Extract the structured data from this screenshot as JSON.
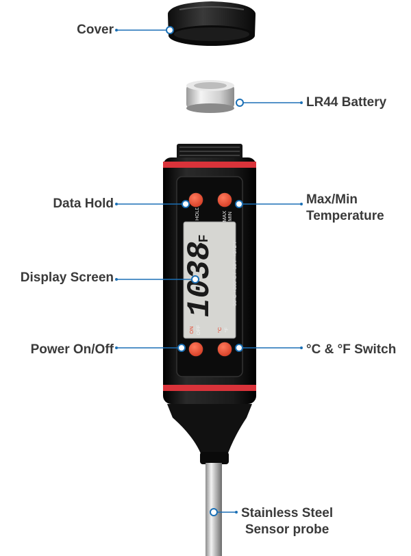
{
  "labels": {
    "cover": "Cover",
    "battery": "LR44 Battery",
    "data_hold": "Data Hold",
    "max_min_line1": "Max/Min",
    "max_min_line2": "Temperature",
    "display_screen": "Display Screen",
    "power": "Power On/Off",
    "unit_switch": "°C & °F Switch",
    "probe_line1": "Stainless Steel",
    "probe_line2": "Sensor probe"
  },
  "device_text": {
    "hold": "HOLD",
    "max": "MAX",
    "min": "MIN",
    "on": "ON",
    "off": "OFF",
    "celsius": "°C",
    "fahrenheit": "°F",
    "range": "-50°C-+300°C / -58°F-+572°F",
    "reading": "1038",
    "reading_unit": "°F"
  },
  "colors": {
    "accent": "#1a6fb5",
    "label_text": "#3a3a3a",
    "device_body": "#111111",
    "button_red": "#e8452c",
    "band_red": "#d9333a",
    "lcd": "#d6d6d2"
  }
}
